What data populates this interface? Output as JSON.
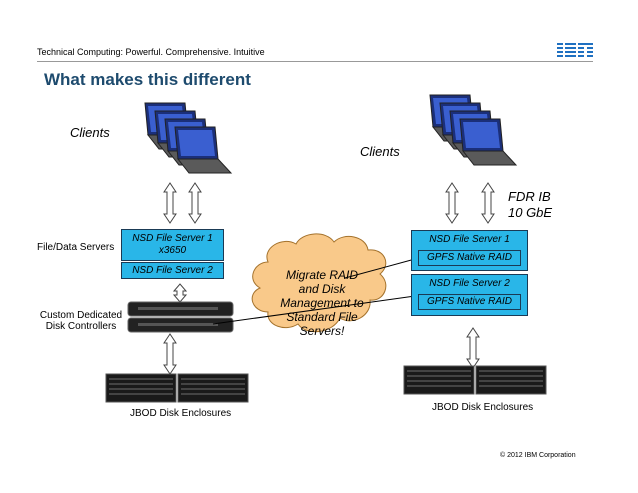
{
  "header": {
    "tagline": "Technical Computing: Powerful. Comprehensive. Intuitive",
    "logo": "IBM"
  },
  "title": "What makes this different",
  "left": {
    "clients": "Clients",
    "file_servers_label": "File/Data Servers",
    "nsd1": "NSD File Server 1",
    "nsd1_model": "x3650",
    "nsd2": "NSD File Server 2",
    "controllers_label_1": "Custom Dedicated",
    "controllers_label_2": "Disk Controllers",
    "jbod": "JBOD Disk Enclosures"
  },
  "cloud": {
    "line1": "Migrate RAID",
    "line2": "and Disk",
    "line3": "Management to",
    "line4": "Standard File",
    "line5": "Servers!"
  },
  "right": {
    "clients": "Clients",
    "fdr": "FDR IB",
    "gbe": "10 GbE",
    "nsd1": "NSD File Server 1",
    "raid1": "GPFS Native RAID",
    "nsd2": "NSD File Server 2",
    "raid2": "GPFS Native RAID",
    "jbod": "JBOD Disk Enclosures"
  },
  "footer": {
    "copyright": "© 2012 IBM Corporation"
  },
  "colors": {
    "box_fill": "#29b6e8",
    "cloud_fill": "#f9c98a",
    "title": "#1e4b6e"
  }
}
